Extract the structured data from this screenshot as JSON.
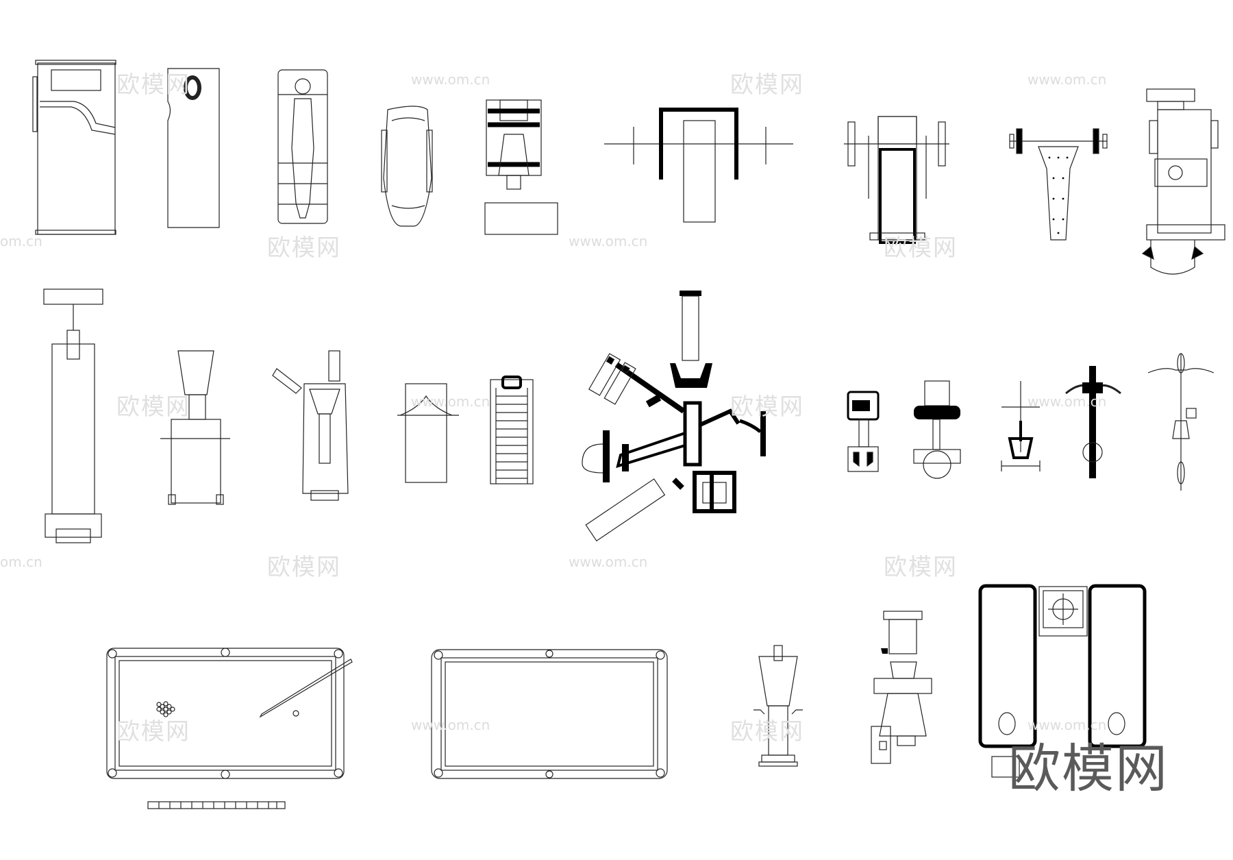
{
  "watermark": {
    "cn": "欧模网",
    "url": "www.om.cn",
    "url_partial": "om.cn"
  },
  "brand": {
    "text": "欧模网"
  },
  "colors": {
    "line": "#222222",
    "fill_dark": "#000000",
    "watermark": "#d8d8d8",
    "brand": "#5a5a5a"
  }
}
